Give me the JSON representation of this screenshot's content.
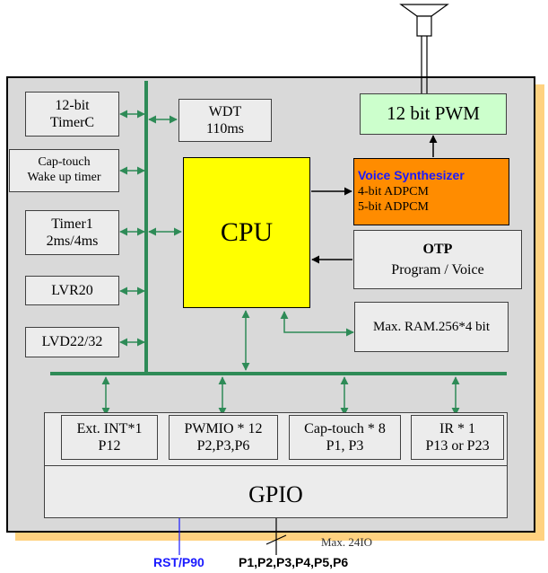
{
  "diagram": {
    "left_blocks": [
      {
        "id": "timerc",
        "lines": [
          "12-bit",
          "TimerC"
        ]
      },
      {
        "id": "captouch-timer",
        "lines": [
          "Cap-touch",
          "Wake up timer"
        ]
      },
      {
        "id": "timer1",
        "lines": [
          "Timer1",
          "2ms/4ms"
        ]
      },
      {
        "id": "lvr",
        "lines": [
          "LVR20"
        ]
      },
      {
        "id": "lvd",
        "lines": [
          "LVD22/32"
        ]
      }
    ],
    "wdt": {
      "line1": "WDT",
      "line2": "110ms"
    },
    "cpu": {
      "label": "CPU"
    },
    "pwm": {
      "label": "12 bit PWM"
    },
    "voice": {
      "title": "Voice Synthesizer",
      "line1": "4-bit ADPCM",
      "line2": "5-bit ADPCM"
    },
    "otp": {
      "title": "OTP",
      "subtitle": "Program / Voice"
    },
    "ram": {
      "label": "Max. RAM.256*4 bit"
    },
    "gpio_blocks": [
      {
        "id": "ext-int",
        "line1": "Ext. INT*1",
        "line2": "P12"
      },
      {
        "id": "pwmio",
        "line1": "PWMIO * 12",
        "line2": "P2,P3,P6"
      },
      {
        "id": "captouch",
        "line1": "Cap-touch * 8",
        "line2": "P1, P3"
      },
      {
        "id": "ir",
        "line1": "IR * 1",
        "line2": "P13 or P23"
      }
    ],
    "gpio": {
      "label": "GPIO"
    },
    "pins": {
      "rst": "RST/P90",
      "ports": "P1,P2,P3,P4,P5,P6",
      "max_io": "Max. 24IO"
    },
    "colors": {
      "cpu": "#ffff00",
      "voice": "#ff8c00",
      "voice_title": "#1a1aff",
      "pwm": "#ccffcc",
      "bus": "#2e8b57",
      "chip_bg": "#d9d9d9",
      "shadow": "#ffd280",
      "rst": "#1a1aff"
    }
  }
}
